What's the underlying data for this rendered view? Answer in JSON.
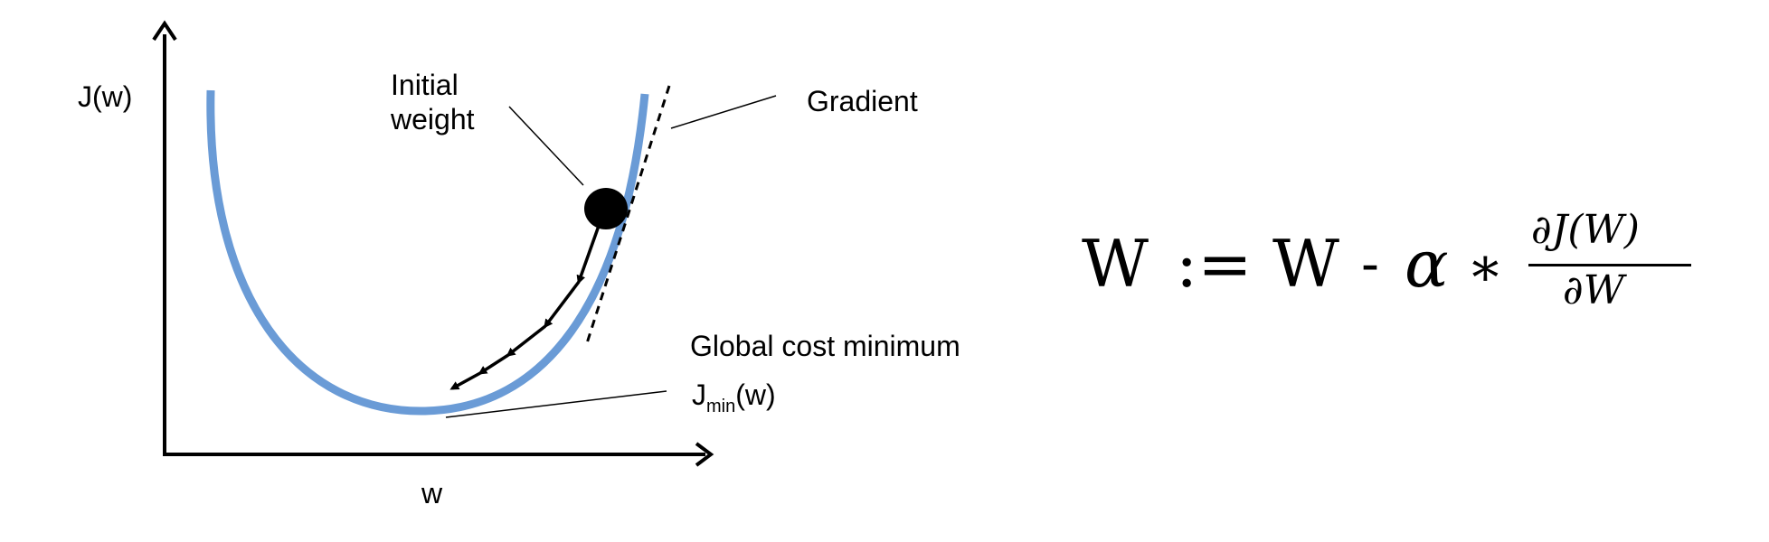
{
  "axes": {
    "y_label": "J(w)",
    "x_label": "w"
  },
  "annotations": {
    "initial_weight_line1": "Initial",
    "initial_weight_line2": "weight",
    "gradient": "Gradient",
    "global_min": "Global cost minimum",
    "jmin_base": "J",
    "jmin_sub": "min",
    "jmin_tail": "(w)"
  },
  "formula": {
    "lhs": "W",
    "assign": ":=",
    "w": "W",
    "minus": "-",
    "alpha": "α",
    "times": "∗",
    "numerator": "∂J(W)",
    "denominator": "∂W"
  },
  "colors": {
    "curve": "#6a9bd6",
    "ink": "#000000"
  }
}
